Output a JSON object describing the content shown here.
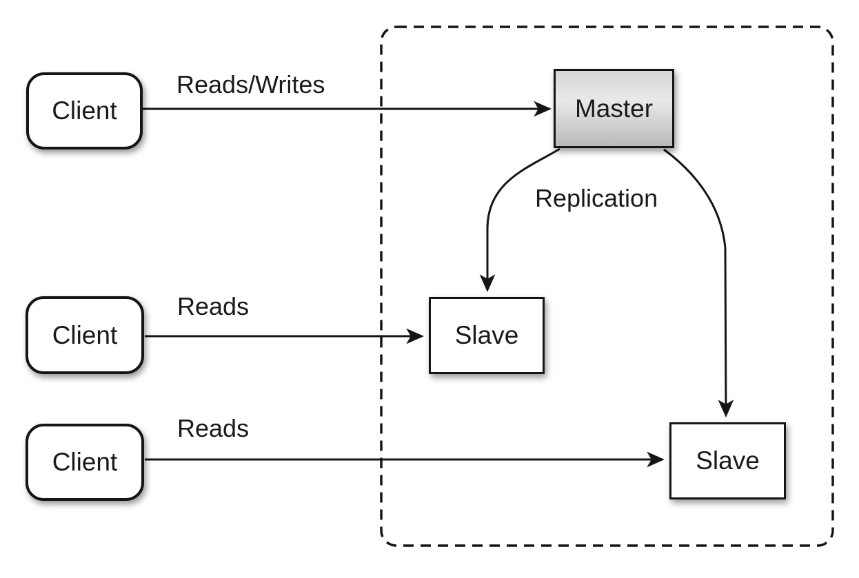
{
  "diagram": {
    "clients": [
      {
        "label": "Client"
      },
      {
        "label": "Client"
      },
      {
        "label": "Client"
      }
    ],
    "master": {
      "label": "Master"
    },
    "slaves": [
      {
        "label": "Slave"
      },
      {
        "label": "Slave"
      }
    ],
    "edges": [
      {
        "from": "client-1",
        "to": "master",
        "label": "Reads/Writes"
      },
      {
        "from": "client-2",
        "to": "slave-1",
        "label": "Reads"
      },
      {
        "from": "client-3",
        "to": "slave-2",
        "label": "Reads"
      },
      {
        "from": "master",
        "to": "slave-1",
        "label": "Replication"
      },
      {
        "from": "master",
        "to": "slave-2",
        "label": ""
      }
    ],
    "colors": {
      "background": "#ffffff",
      "stroke_color": "#151515",
      "text_color": "#1a1a1a",
      "node_fill": "#ffffff",
      "master_fill_top": "#d6d6d6",
      "master_fill_mid": "#e9e9e9",
      "master_fill_bottom": "#b9b9b9"
    }
  }
}
